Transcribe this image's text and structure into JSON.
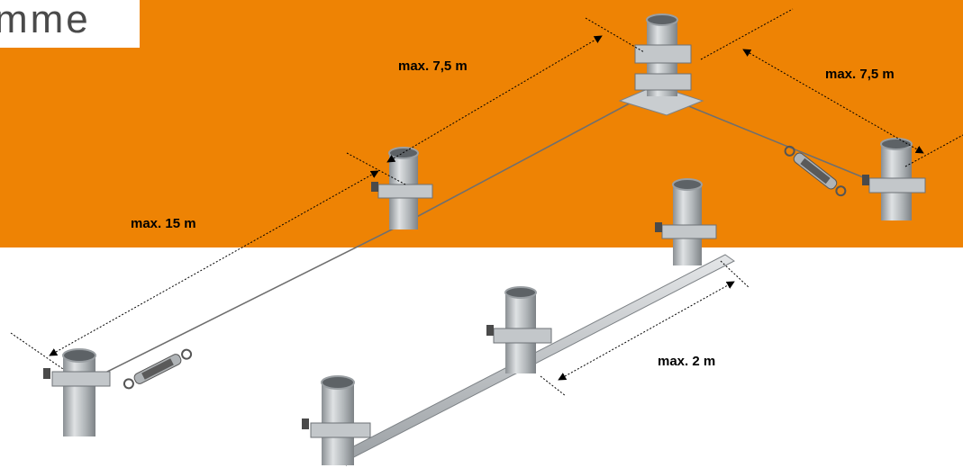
{
  "heading": {
    "text": "mme"
  },
  "colors": {
    "band": "#ee8304",
    "pipe": "#b8bcbf",
    "pipe_dark": "#8a8f93",
    "pipe_light": "#dfe2e4",
    "cable": "#6f6f6f",
    "dimension_line": "#000000"
  },
  "dimensions": {
    "top_left_span": "max. 7,5 m",
    "top_right_span": "max. 7,5 m",
    "left_span": "max. 15 m",
    "rail_span": "max. 2 m"
  },
  "icons": [
    "vertical-pipe-icon",
    "turnbuckle-icon",
    "corner-bracket-icon",
    "rigid-rail-icon"
  ]
}
